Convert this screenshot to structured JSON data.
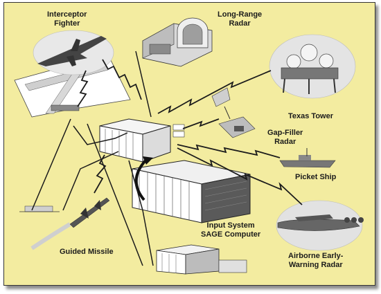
{
  "labels": {
    "interceptor": [
      "Interceptor",
      "Fighter"
    ],
    "long_range": [
      "Long-Range",
      "Radar"
    ],
    "texas_tower": "Texas Tower",
    "gap_filler": [
      "Gap-Filler",
      "Radar"
    ],
    "picket_ship": "Picket Ship",
    "input_system": [
      "Input System",
      "SAGE Computer"
    ],
    "guided_missile": "Guided Missile",
    "airborne": [
      "Airborne Early-",
      "Warning Radar"
    ]
  },
  "colors": {
    "background": "#f3eca0",
    "ink": "#1b1b1b",
    "gray": "#9a9a9a",
    "light": "#e6e6e6"
  }
}
